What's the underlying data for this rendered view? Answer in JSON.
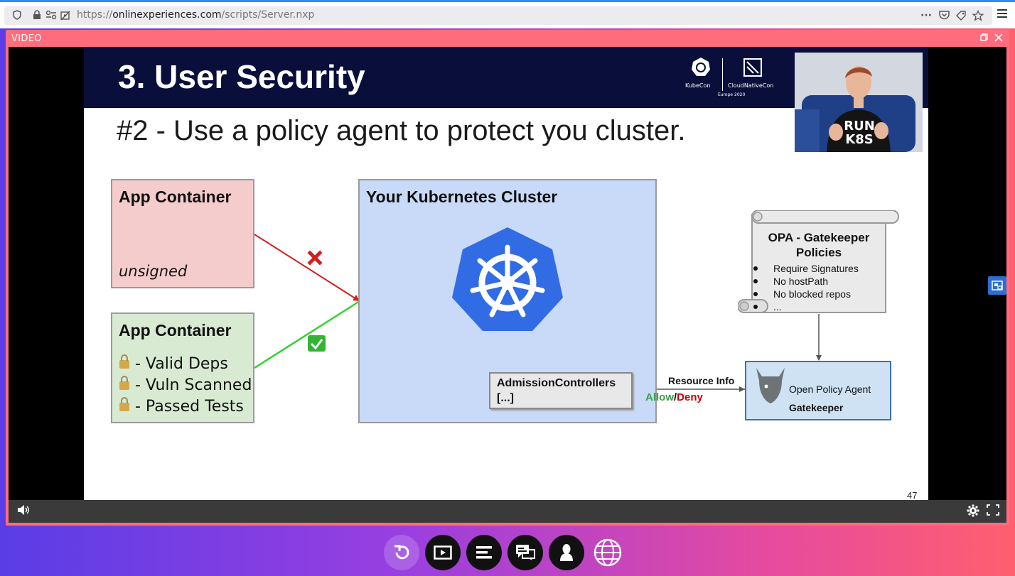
{
  "browser": {
    "url_scheme": "https://",
    "url_host": "onlinexperiences.com",
    "url_path": "/scripts/Server.nxp"
  },
  "panel": {
    "title": "VIDEO",
    "border_color": "#ff6d7d"
  },
  "slide": {
    "title": "3. User Security",
    "subtitle": "#2 -  Use a policy agent to protect you cluster.",
    "logos": [
      "KubeCon",
      "CloudNativeCon",
      "Europe 2020"
    ],
    "webcam_shirt": [
      "RUN",
      "K8S"
    ],
    "page_number": "47",
    "unsigned_container": {
      "title": "App Container",
      "label": "unsigned"
    },
    "signed_container": {
      "title": "App Container",
      "items": [
        "- Valid Deps",
        "- Vuln Scanned",
        "- Passed Tests"
      ]
    },
    "cluster": {
      "title": "Your Kubernetes Cluster",
      "admission_line1": "AdmissionControllers",
      "admission_line2": "[...]"
    },
    "opa_policies": {
      "title_line1": "OPA - Gatekeeper",
      "title_line2": "Policies",
      "items": [
        "Require Signatures",
        "No hostPath",
        "No blocked repos",
        "..."
      ]
    },
    "resource_info": "Resource Info",
    "allow": "Allow",
    "slash": "/",
    "deny": "Deny",
    "opa_agent": {
      "line1": "Open Policy Agent",
      "line2": "Gatekeeper"
    },
    "colors": {
      "header": "#0a0e3a",
      "cluster_bg": "#c9daf8",
      "unsigned_bg": "#f4cccc",
      "signed_bg": "#d9ead3",
      "deny_red": "#cc0000",
      "allow_green": "#38761d",
      "k8s_blue": "#326ce5"
    }
  },
  "dock": {
    "buttons": [
      "replay-icon",
      "media-icon",
      "agenda-icon",
      "chat-icon",
      "profile-icon",
      "language-globe-icon"
    ]
  }
}
